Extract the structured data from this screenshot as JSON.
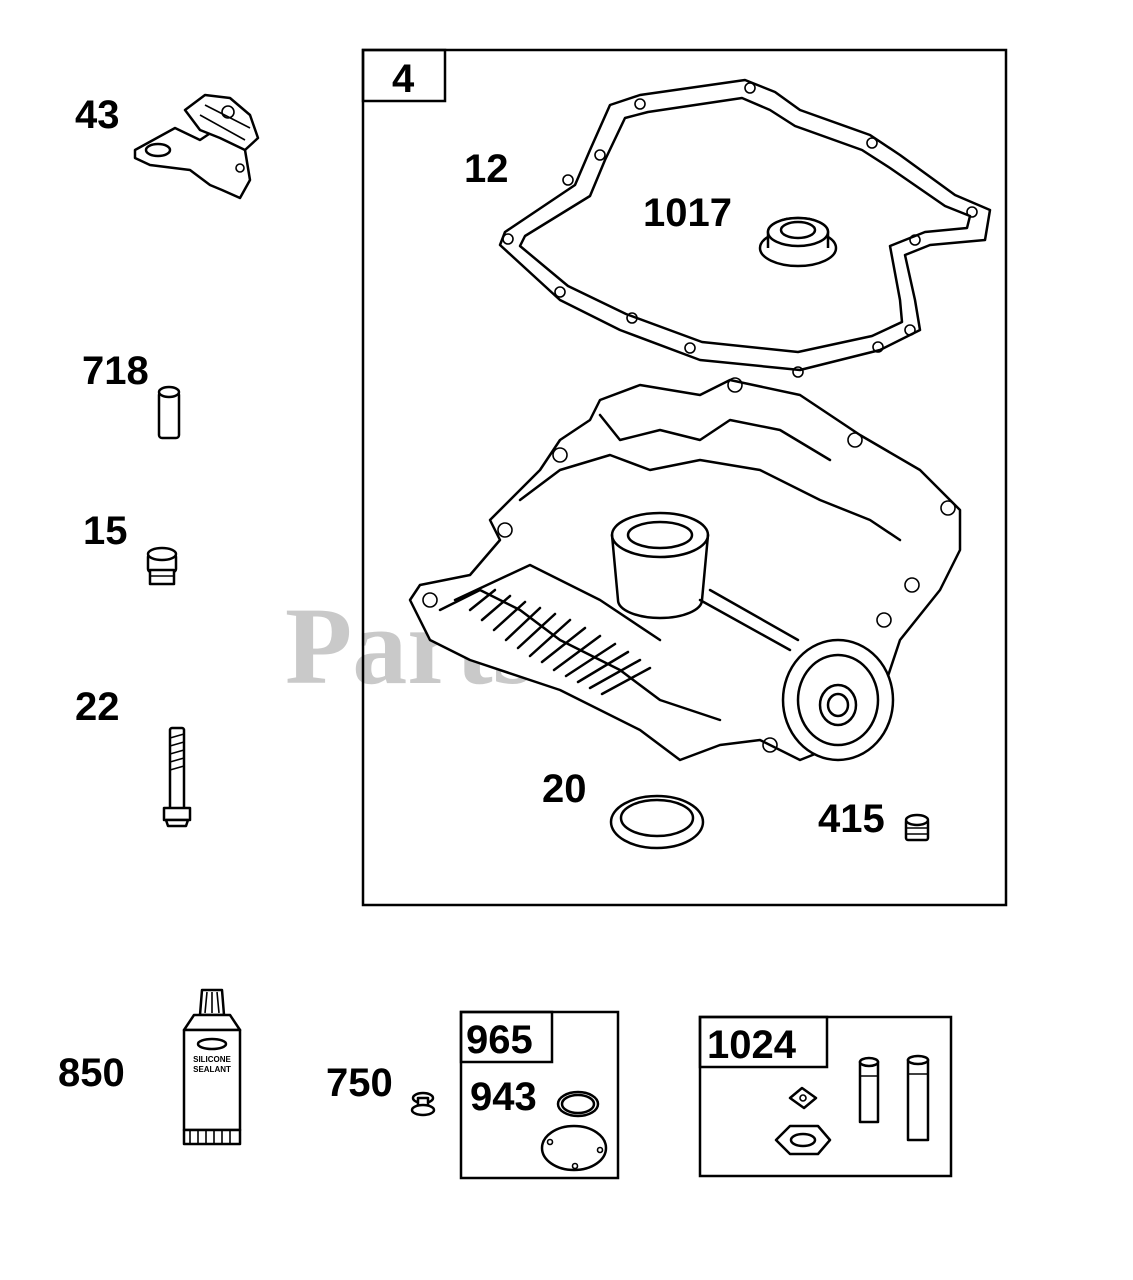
{
  "watermark": "PartsTre",
  "labels": {
    "p4": "4",
    "p12": "12",
    "p1017": "1017",
    "p43": "43",
    "p718": "718",
    "p15": "15",
    "p22": "22",
    "p20": "20",
    "p415": "415",
    "p850": "850",
    "p750": "750",
    "p965": "965",
    "p943": "943",
    "p1024": "1024"
  },
  "tube_text": {
    "line1": "SILICONE",
    "line2": "SEALANT"
  },
  "colors": {
    "ink": "#000000",
    "watermark": "#c9c9c9",
    "background": "#ffffff"
  }
}
